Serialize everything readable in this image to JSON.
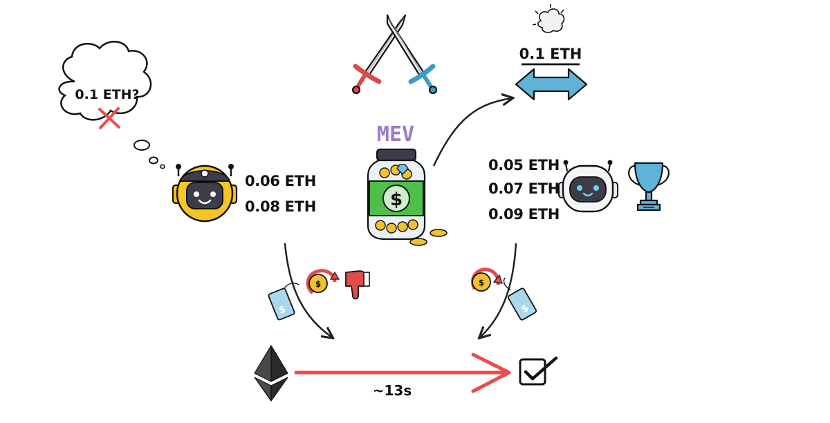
{
  "left_bot": {
    "thought": "0.1 ETH?",
    "bids": [
      "0.06 ETH",
      "0.08 ETH"
    ]
  },
  "right_bot": {
    "bids": [
      "0.05 ETH",
      "0.07 ETH",
      "0.09 ETH"
    ]
  },
  "top_right": {
    "label": "0.1 ETH"
  },
  "center": {
    "label": "MEV"
  },
  "bottom": {
    "timer_label": "~13s"
  },
  "colors": {
    "accent_red": "#ef4a4a",
    "bot_yellow": "#f6c423",
    "jar_green": "#4fbf4a",
    "mev_purple": "#9c7bc9",
    "arrow_blue": "#5fb3d9",
    "coin_gold": "#f2c12e"
  },
  "icons": [
    "thought-bubble",
    "x-mark-icon",
    "yellow-robot",
    "crossed-swords-icon",
    "mev-jar",
    "double-arrow-icon",
    "explosion-cloud-icon",
    "white-robot",
    "trophy-icon",
    "price-tag-icon",
    "coin-refresh-icon",
    "thumbs-down-icon",
    "ethereum-logo",
    "checkbox-icon"
  ]
}
